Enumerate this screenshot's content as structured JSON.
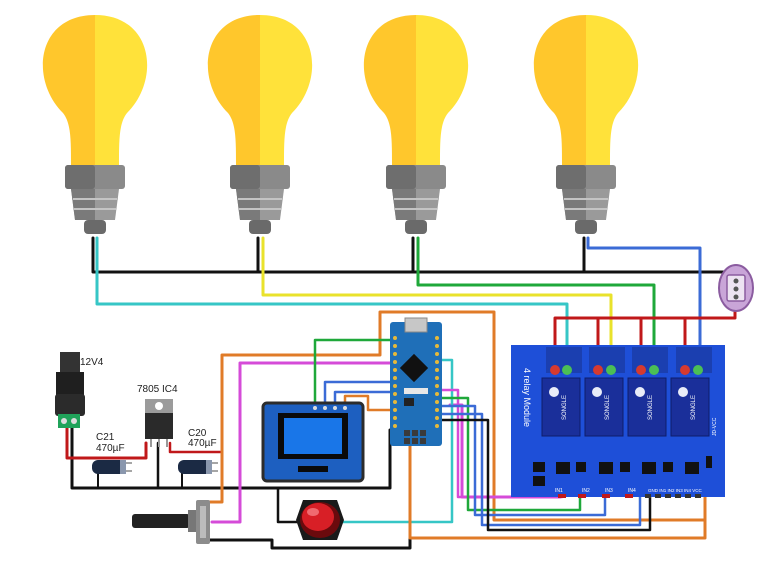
{
  "labels": {
    "power_jack": "12V4",
    "regulator": "7805 IC4",
    "cap1_name": "C21",
    "cap1_value": "470µF",
    "cap2_name": "C20",
    "cap2_value": "470µF",
    "relay_module_title": "4 relay Module",
    "relay_pins": [
      "IN1",
      "IN2",
      "IN3",
      "IN4"
    ],
    "relay_header": "GND IN1 IN2 IN3 IN4 VCC",
    "relay_jumper": "JD-VCC",
    "relay_brand": "SONGLE"
  },
  "colors": {
    "bulb_glass_light": "#FFE23A",
    "bulb_glass_dark": "#FFC72C",
    "bulb_base": "#8A8A8A",
    "relay_board": "#1E4FD8",
    "arduino_board": "#1F6FB8",
    "oled_screen": "#1976E8",
    "button_red": "#D81F26",
    "wire_black": "#111111",
    "wire_red": "#C0181A",
    "wire_green": "#1FA83A",
    "wire_cyan": "#36C6C6",
    "wire_yellow": "#E9E22B",
    "wire_blue": "#3B6BD6",
    "wire_orange": "#E07B28",
    "wire_magenta": "#D54BD8"
  },
  "components": {
    "bulbs": [
      "lamp-1",
      "lamp-2",
      "lamp-3",
      "lamp-4"
    ],
    "icons": [
      "light-bulb-icon",
      "dc-jack-icon",
      "voltage-regulator-icon",
      "capacitor-icon",
      "potentiometer-icon",
      "push-button-icon",
      "oled-display-icon",
      "arduino-nano-icon",
      "relay-module-icon",
      "ac-plug-icon"
    ]
  }
}
